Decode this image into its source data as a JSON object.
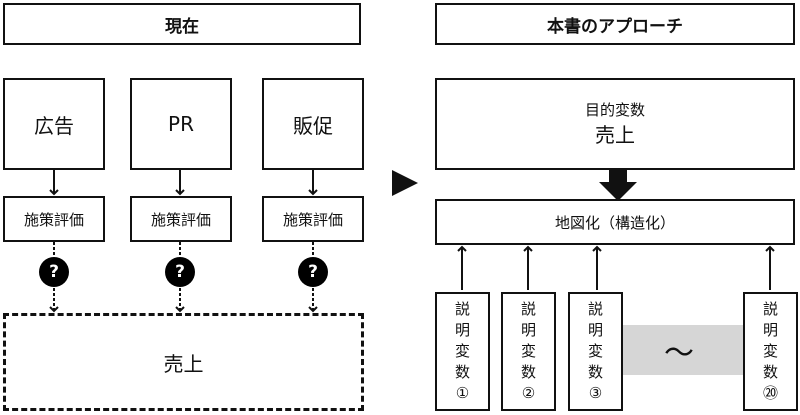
{
  "left": {
    "header": "現在",
    "channels": [
      {
        "name": "広告",
        "eval": "施策評価"
      },
      {
        "name": "PR",
        "eval": "施策評価"
      },
      {
        "name": "販促",
        "eval": "施策評価"
      }
    ],
    "question_mark": "?",
    "result": "売上"
  },
  "right": {
    "header": "本書のアプローチ",
    "target_title": "目的変数",
    "target_value": "売上",
    "map_label": "地図化（構造化）",
    "explanatory": [
      {
        "chars": [
          "説",
          "明",
          "変",
          "数",
          "①"
        ]
      },
      {
        "chars": [
          "説",
          "明",
          "変",
          "数",
          "②"
        ]
      },
      {
        "chars": [
          "説",
          "明",
          "変",
          "数",
          "③"
        ]
      },
      {
        "chars": [
          "説",
          "明",
          "変",
          "数",
          "⑳"
        ]
      }
    ],
    "ellipsis": "〜"
  }
}
